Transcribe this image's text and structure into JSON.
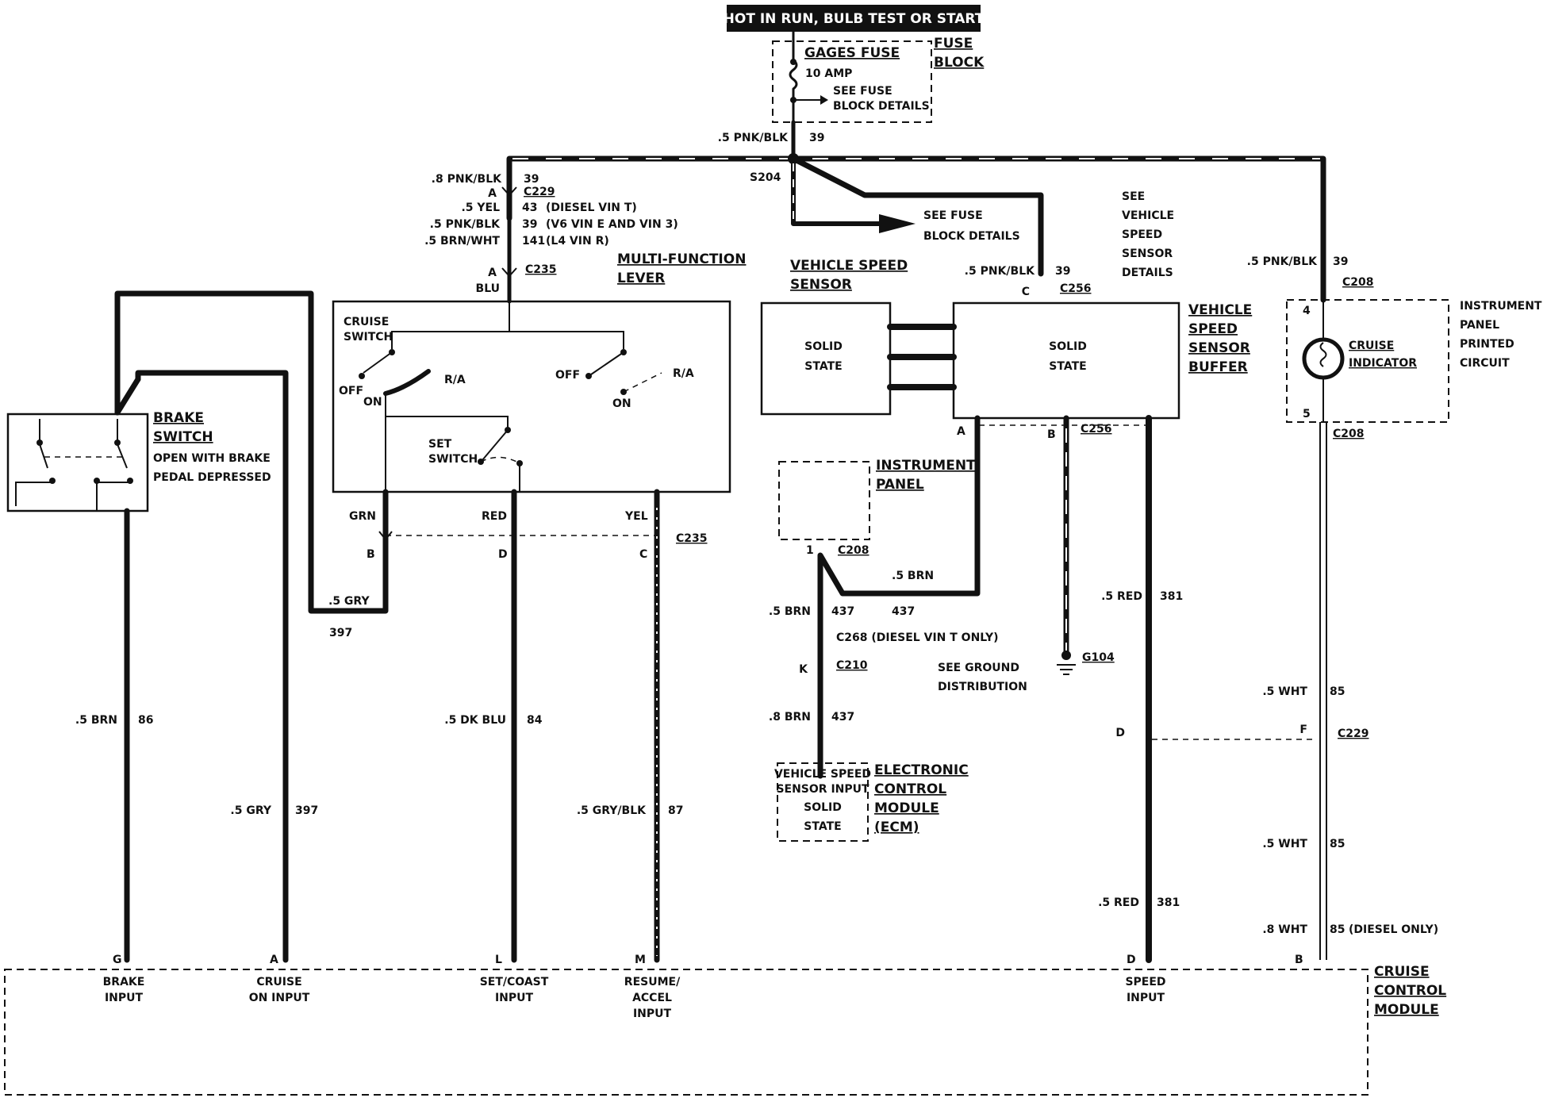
{
  "title": "HOT IN RUN, BULB TEST OR START",
  "fuse": {
    "name": "GAGES FUSE",
    "rating": "10 AMP",
    "see1": "SEE FUSE",
    "see2": "BLOCK DETAILS",
    "block1": "FUSE",
    "block2": "BLOCK"
  },
  "feed": {
    "wire": ".5 PNK/BLK",
    "circuit": "39"
  },
  "splice": "S204",
  "see_fuse": {
    "line1": "SEE FUSE",
    "line2": "BLOCK DETAILS"
  },
  "see_vss": {
    "l1": "SEE",
    "l2": "VEHICLE",
    "l3": "SPEED",
    "l4": "SENSOR",
    "l5": "DETAILS"
  },
  "left_feed": {
    "wire1": ".8 PNK/BLK",
    "c1": "39",
    "pinA": "A",
    "conn1": "C229",
    "wire2": ".5 YEL",
    "c2": "43",
    "note2": "(DIESEL VIN T)",
    "wire3": ".5 PNK/BLK",
    "c3": "39",
    "note3": "(V6 VIN E AND VIN 3)",
    "wire4": ".5 BRN/WHT",
    "c4": "141",
    "note4": "(L4 VIN R)",
    "pinA2": "A",
    "conn2": "C235",
    "blu": "BLU"
  },
  "mfl": {
    "t1": "MULTI-FUNCTION",
    "t2": "LEVER",
    "cruise1": "CRUISE",
    "cruise2": "SWITCH",
    "off": "OFF",
    "on": "ON",
    "ra": "R/A",
    "set1": "SET",
    "set2": "SWITCH",
    "grn": "GRN",
    "red": "RED",
    "yel": "YEL",
    "pinB": "B",
    "pinD": "D",
    "pinC": "C",
    "conn": "C235"
  },
  "brake": {
    "t1": "BRAKE",
    "t2": "SWITCH",
    "d1": "OPEN WITH BRAKE",
    "d2": "PEDAL DEPRESSED"
  },
  "gry_wire": {
    "wire": ".5 GRY",
    "circuit": "397"
  },
  "vss": {
    "t1": "VEHICLE SPEED",
    "t2": "SENSOR",
    "s1": "SOLID",
    "s2": "STATE"
  },
  "buffer": {
    "t1": "VEHICLE",
    "t2": "SPEED",
    "t3": "SENSOR",
    "t4": "BUFFER",
    "s1": "SOLID",
    "s2": "STATE",
    "in_wire": ".5 PNK/BLK",
    "in_circuit": "39",
    "pinC": "C",
    "conn": "C256",
    "pinA": "A",
    "pinB": "B",
    "conn2": "C256"
  },
  "ip_box": {
    "t1": "INSTRUMENT",
    "t2": "PANEL",
    "pin": "1",
    "conn": "C208"
  },
  "brn": {
    "w1": ".5 BRN",
    "c1": "437",
    "w2": ".5 BRN",
    "c2": "437",
    "note": "C268 (DIESEL VIN T ONLY)",
    "pinK": "K",
    "conn": "C210",
    "w3": ".8 BRN",
    "c3": "437"
  },
  "ecm": {
    "in1": "VEHICLE SPEED",
    "in2": "SENSOR INPUT",
    "s1": "SOLID",
    "s2": "STATE",
    "t1": "ELECTRONIC",
    "t2": "CONTROL",
    "t3": "MODULE",
    "t4": "(ECM)"
  },
  "ground": {
    "g": "G104",
    "see1": "SEE GROUND",
    "see2": "DISTRIBUTION"
  },
  "red_wire": {
    "w": ".5 RED",
    "c": "381",
    "pinD": "D",
    "w2": ".5 RED",
    "c2": "381"
  },
  "ipc": {
    "wire": ".5 PNK/BLK",
    "circuit": "39",
    "conn_top": "C208",
    "pin4": "4",
    "pin5": "5",
    "lamp1": "CRUISE",
    "lamp2": "INDICATOR",
    "t1": "INSTRUMENT",
    "t2": "PANEL",
    "t3": "PRINTED",
    "t4": "CIRCUIT",
    "conn_bot": "C208"
  },
  "wht": {
    "w1": ".5 WHT",
    "c1": "85",
    "pinF": "F",
    "conn": "C229",
    "w2": ".5 WHT",
    "c2": "85",
    "w3": ".8 WHT",
    "c3": "85",
    "note3": "(DIESEL ONLY)"
  },
  "drops": {
    "brn": {
      "w": ".5 BRN",
      "c": "86"
    },
    "gry": {
      "w": ".5 GRY",
      "c": "397"
    },
    "dkblu": {
      "w": ".5 DK BLU",
      "c": "84"
    },
    "grybk": {
      "w": ".5 GRY/BLK",
      "c": "87"
    }
  },
  "module": {
    "t1": "CRUISE",
    "t2": "CONTROL",
    "t3": "MODULE",
    "pins": [
      {
        "pin": "G",
        "l1": "BRAKE",
        "l2": "INPUT",
        "l3": ""
      },
      {
        "pin": "A",
        "l1": "CRUISE",
        "l2": "ON INPUT",
        "l3": ""
      },
      {
        "pin": "L",
        "l1": "SET/COAST",
        "l2": "INPUT",
        "l3": ""
      },
      {
        "pin": "M",
        "l1": "RESUME/",
        "l2": "ACCEL",
        "l3": "INPUT"
      },
      {
        "pin": "D",
        "l1": "SPEED",
        "l2": "INPUT",
        "l3": ""
      },
      {
        "pin": "B",
        "l1": "",
        "l2": "",
        "l3": ""
      }
    ]
  }
}
